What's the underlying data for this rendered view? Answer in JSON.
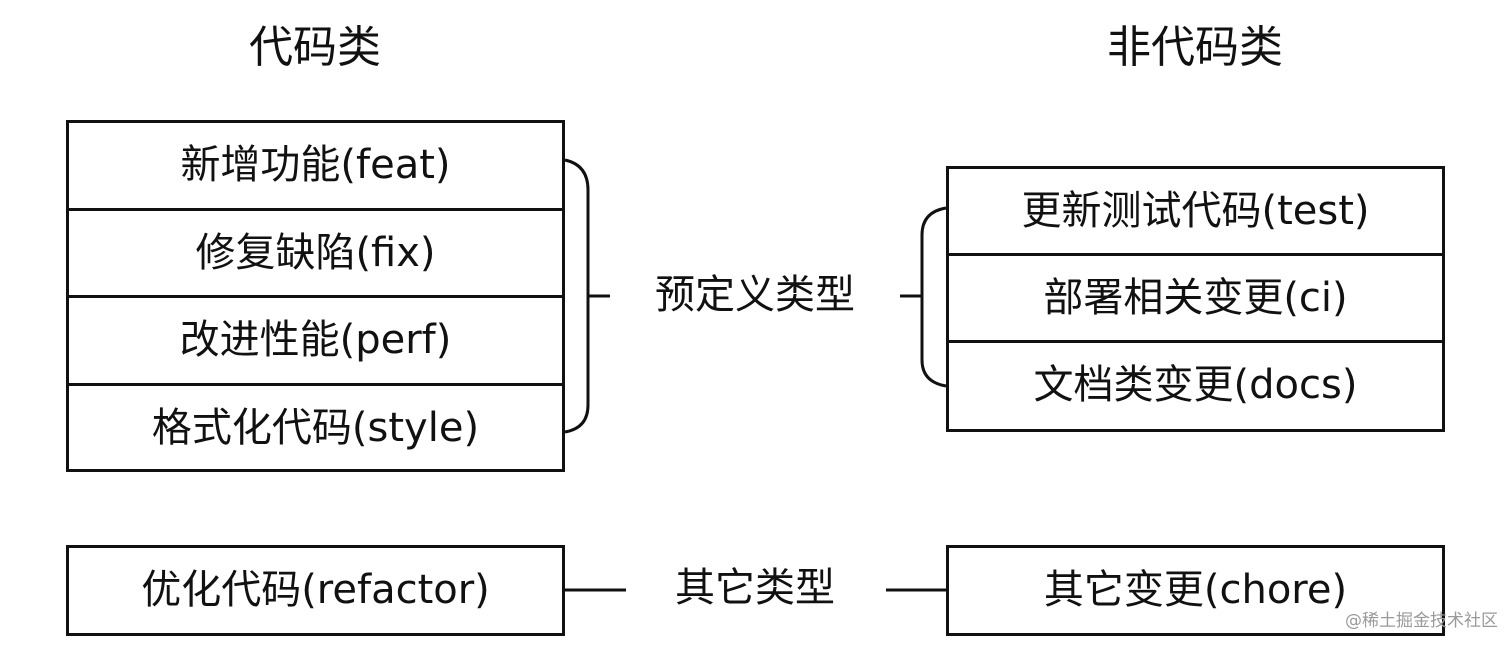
{
  "headings": {
    "code": "代码类",
    "noncode": "非代码类"
  },
  "code_types": [
    "新增功能(feat)",
    "修复缺陷(fix)",
    "改进性能(perf)",
    "格式化代码(style)"
  ],
  "noncode_types": [
    "更新测试代码(test)",
    "部署相关变更(ci)",
    "文档类变更(docs)"
  ],
  "groups": {
    "predefined": "预定义类型",
    "other": "其它类型"
  },
  "other_types": {
    "code": "优化代码(refactor)",
    "noncode": "其它变更(chore)"
  },
  "watermark": "@稀土掘金技术社区"
}
